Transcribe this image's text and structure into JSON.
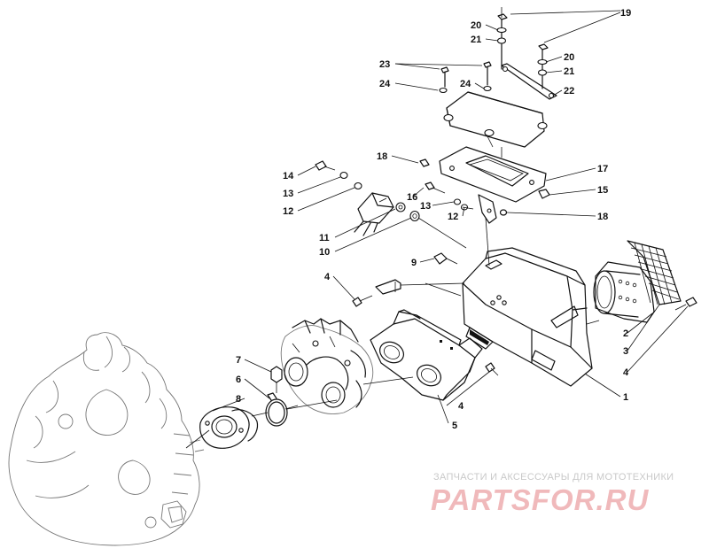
{
  "callouts": [
    {
      "id": "c1",
      "text": "1"
    },
    {
      "id": "c2",
      "text": "2"
    },
    {
      "id": "c3",
      "text": "3"
    },
    {
      "id": "c4a",
      "text": "4"
    },
    {
      "id": "c4b",
      "text": "4"
    },
    {
      "id": "c4c",
      "text": "4"
    },
    {
      "id": "c5",
      "text": "5"
    },
    {
      "id": "c6",
      "text": "6"
    },
    {
      "id": "c7",
      "text": "7"
    },
    {
      "id": "c8",
      "text": "8"
    },
    {
      "id": "c9",
      "text": "9"
    },
    {
      "id": "c10",
      "text": "10"
    },
    {
      "id": "c11",
      "text": "11"
    },
    {
      "id": "c12a",
      "text": "12"
    },
    {
      "id": "c12b",
      "text": "12"
    },
    {
      "id": "c13a",
      "text": "13"
    },
    {
      "id": "c13b",
      "text": "13"
    },
    {
      "id": "c14",
      "text": "14"
    },
    {
      "id": "c15",
      "text": "15"
    },
    {
      "id": "c16",
      "text": "16"
    },
    {
      "id": "c17",
      "text": "17"
    },
    {
      "id": "c18a",
      "text": "18"
    },
    {
      "id": "c18b",
      "text": "18"
    },
    {
      "id": "c19",
      "text": "19"
    },
    {
      "id": "c20a",
      "text": "20"
    },
    {
      "id": "c20b",
      "text": "20"
    },
    {
      "id": "c21a",
      "text": "21"
    },
    {
      "id": "c21b",
      "text": "21"
    },
    {
      "id": "c22",
      "text": "22"
    },
    {
      "id": "c23",
      "text": "23"
    },
    {
      "id": "c24a",
      "text": "24"
    },
    {
      "id": "c24b",
      "text": "24"
    }
  ],
  "watermark": {
    "subtitle": "ЗАПЧАСТИ И АКСЕССУАРЫ ДЛЯ МОТОТЕХНИКИ",
    "logo": "PARTSFOR.RU",
    "color": "#f0b9bb"
  }
}
